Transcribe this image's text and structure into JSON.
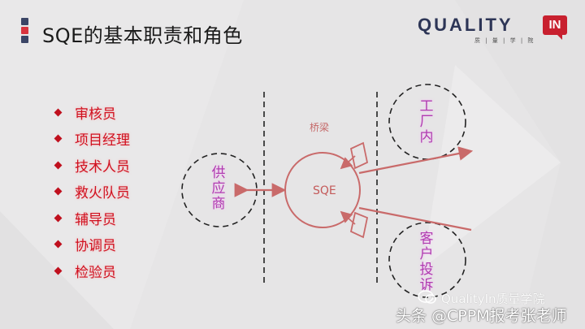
{
  "slide": {
    "title": "SQE的基本职责和角色",
    "title_bar_colors": [
      "#3b4566",
      "#d9343f",
      "#3b4566"
    ]
  },
  "logo": {
    "wordmark": "QUALITY",
    "badge": "IN",
    "subtitle": "质 | 量 | 学 | 院",
    "brand_color": "#c8202f",
    "text_color": "#2d3556"
  },
  "roles": {
    "bullet_color": "#c0101e",
    "items": [
      {
        "label": "审核员"
      },
      {
        "label": "项目经理"
      },
      {
        "label": "技术人员"
      },
      {
        "label": "救火队员"
      },
      {
        "label": "辅导员"
      },
      {
        "label": "协调员"
      },
      {
        "label": "检验员"
      }
    ]
  },
  "diagram": {
    "bridge_label": "桥梁",
    "center_node": "SQE",
    "supplier": {
      "label": "供应商",
      "chars": [
        "供",
        "应",
        "商"
      ]
    },
    "factory": {
      "label": "工厂内",
      "chars": [
        "工",
        "厂",
        "内"
      ]
    },
    "complaint": {
      "label": "客户投诉",
      "chars": [
        "客",
        "户",
        "投",
        "诉"
      ]
    },
    "line_color": "#c96a6a",
    "node_text_color": "#b03cb0"
  },
  "watermark": {
    "line1": "QualityIn质量学院",
    "line2": "头条 @CPPM报考张老师"
  }
}
